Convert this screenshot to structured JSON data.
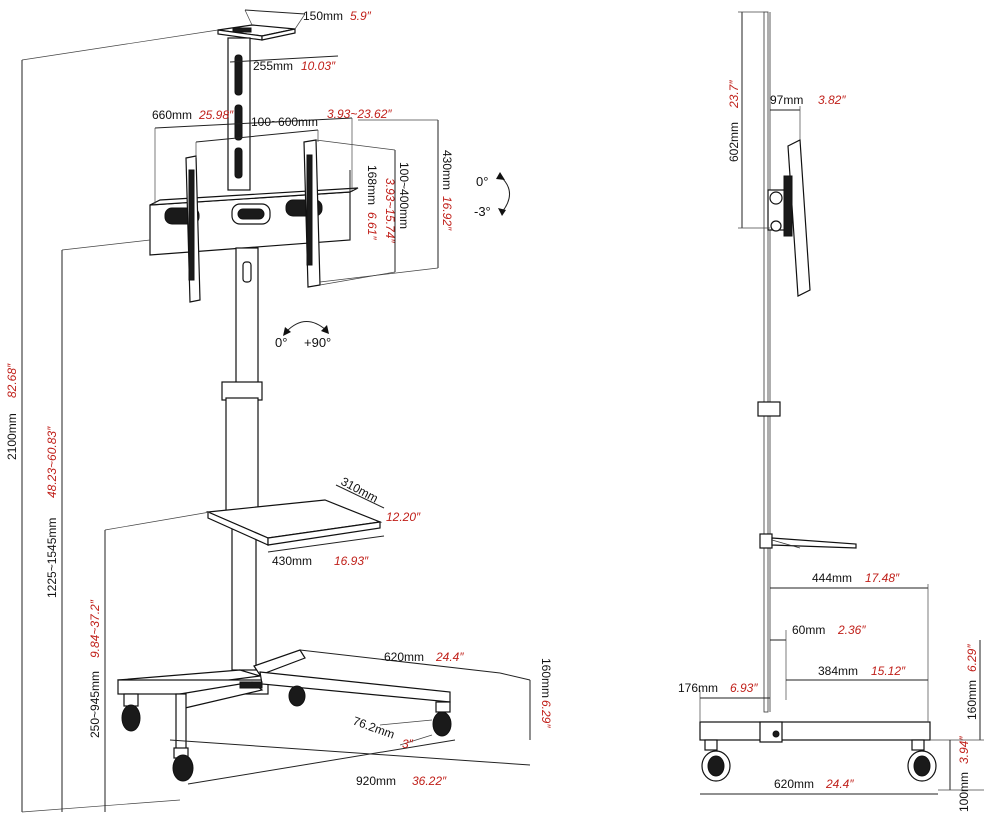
{
  "labels": {
    "top_width": {
      "mm": "150mm",
      "in": "5.9″"
    },
    "ceiling_plate": {
      "mm": "255mm",
      "in": "10.03″"
    },
    "bracket_width": {
      "mm": "660mm",
      "in": "25.98″"
    },
    "vesa_h": {
      "mm": "100~600mm",
      "in": "3.93~23.62″"
    },
    "bracket_h": {
      "mm": "168mm",
      "in": "6.61″"
    },
    "vesa_v": {
      "mm": "100~400mm",
      "in": "3.93~15.74″"
    },
    "bracket_total": {
      "mm": "430mm",
      "in": "16.92″"
    },
    "total_height": {
      "mm": "2100mm",
      "in": "82.68″"
    },
    "pole_height": {
      "mm": "1225~1545mm",
      "in": "48.23~60.83″"
    },
    "shelf_height": {
      "mm": "250~945mm",
      "in": "9.84~37.2″"
    },
    "shelf_depth": {
      "mm": "310mm",
      "in": "12.20″"
    },
    "shelf_width": {
      "mm": "430mm",
      "in": "16.93″"
    },
    "base_depth": {
      "mm": "620mm",
      "in": "24.4″"
    },
    "base_height": {
      "mm": "160mm",
      "in": "6.29″"
    },
    "caster": {
      "mm": "76.2mm",
      "in": "3″"
    },
    "base_width": {
      "mm": "920mm",
      "in": "36.22″"
    },
    "side_top": {
      "mm": "602mm",
      "in": "23.7″"
    },
    "side_offset": {
      "mm": "97mm",
      "in": "3.82″"
    },
    "side_444": {
      "mm": "444mm",
      "in": "17.48″"
    },
    "side_60": {
      "mm": "60mm",
      "in": "2.36″"
    },
    "side_384": {
      "mm": "384mm",
      "in": "15.12″"
    },
    "side_176": {
      "mm": "176mm",
      "in": "6.93″"
    },
    "side_base_h": {
      "mm": "160mm",
      "in": "6.29″"
    },
    "side_100": {
      "mm": "100mm",
      "in": "3.94″"
    },
    "side_620": {
      "mm": "620mm",
      "in": "24.4″"
    }
  },
  "rotation": {
    "tilt_a": "0°",
    "tilt_b": "-3°",
    "swivel_a": "0°",
    "swivel_b": "+90°"
  }
}
